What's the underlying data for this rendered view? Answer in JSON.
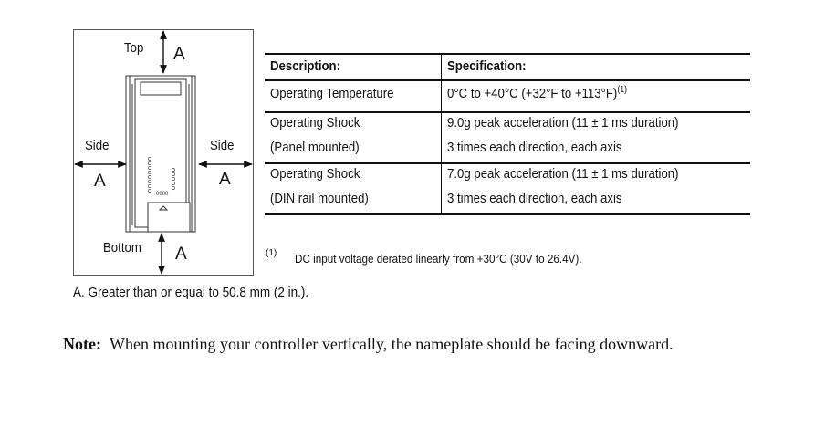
{
  "figure": {
    "labels": {
      "top": "Top",
      "bottom": "Bottom",
      "side_left": "Side",
      "side_right": "Side",
      "letter_top": "A",
      "letter_bottom": "A",
      "letter_left": "A",
      "letter_right": "A"
    },
    "device_marking": "0000",
    "caption": "A. Greater than or equal to 50.8 mm (2 in.)."
  },
  "table": {
    "headers": [
      "Description:",
      "Specification:"
    ],
    "rows": [
      {
        "description": "Operating Temperature",
        "specification": "0°C to +40°C (+32°F to +113°F)",
        "spec_sup": "(1)"
      },
      {
        "description": "Operating Shock",
        "specification": "9.0g peak acceleration (11 ± 1 ms duration)"
      },
      {
        "description": "(Panel mounted)",
        "specification": "3 times each direction, each axis"
      },
      {
        "description": "Operating Shock",
        "specification": "7.0g peak acceleration (11 ± 1 ms duration)"
      },
      {
        "description": "(DIN rail mounted)",
        "specification": "3 times each direction, each axis"
      }
    ],
    "footnote_mark": "(1)",
    "footnote_text": "DC input voltage derated linearly from +30°C (30V to 26.4V)."
  },
  "note": {
    "label": "Note:",
    "text": "When mounting your controller vertically, the nameplate should be facing downward."
  }
}
